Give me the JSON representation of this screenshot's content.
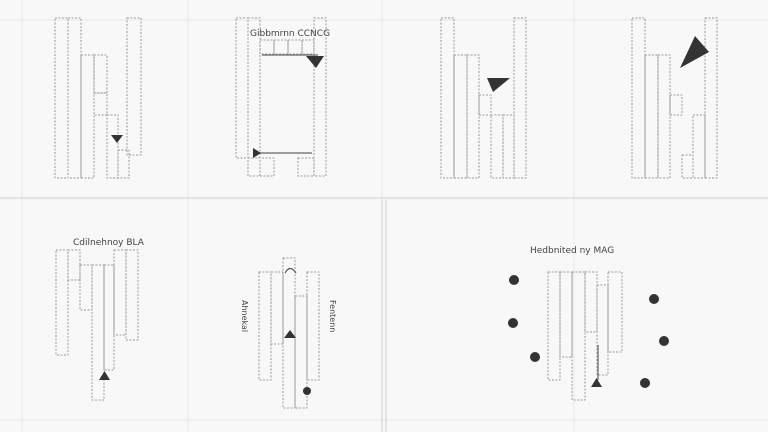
{
  "panels": {
    "p2": {
      "title": "Gibbmrnn CCNCG"
    },
    "p5": {
      "title": "Cdilnehnoy BLA"
    },
    "p6": {
      "left_label": "Ahnekal",
      "right_label": "Fentenn"
    },
    "p7": {
      "title": "Hedbnited ny MAG"
    }
  },
  "colors": {
    "background": "#f8f8f8",
    "outline": "#9a9a9a",
    "marker": "#333333"
  }
}
